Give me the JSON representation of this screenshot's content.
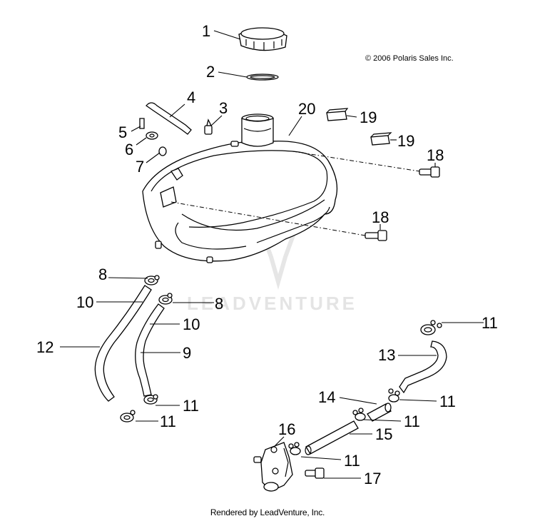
{
  "copyright": "© 2006 Polaris Sales Inc.",
  "watermark": "LEADVENTURE",
  "footer": "Rendered by LeadVenture, Inc.",
  "callouts": {
    "c1": "1",
    "c2": "2",
    "c3": "3",
    "c4": "4",
    "c5": "5",
    "c6": "6",
    "c7": "7",
    "c20": "20",
    "c19a": "19",
    "c19b": "19",
    "c18a": "18",
    "c18b": "18",
    "c8a": "8",
    "c8b": "8",
    "c10a": "10",
    "c10b": "10",
    "c12": "12",
    "c9": "9",
    "c11a": "11",
    "c11b": "11",
    "c11c": "11",
    "c11d": "11",
    "c11e": "11",
    "c11f": "11",
    "c13": "13",
    "c14": "14",
    "c15": "15",
    "c16": "16",
    "c17": "17"
  }
}
